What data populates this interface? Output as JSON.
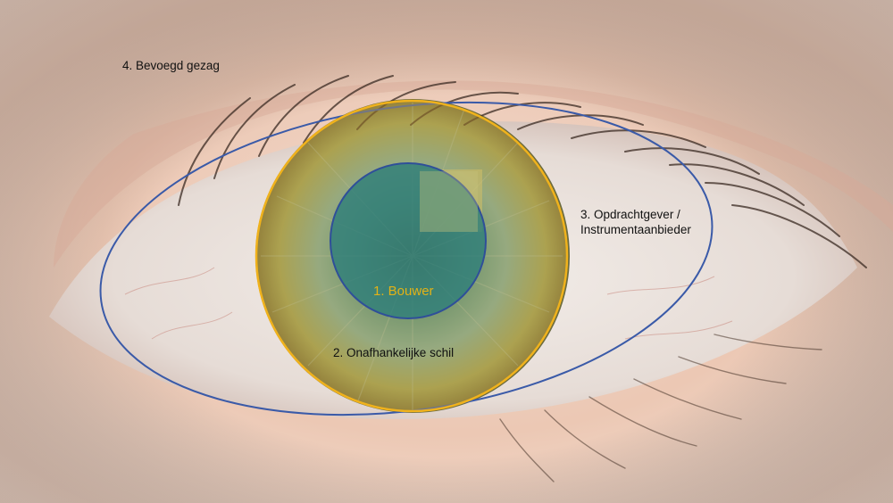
{
  "labels": {
    "bevoegd_gezag": "4. Bevoegd gezag",
    "opdrachtgever_line1": "3. Opdrachtgever /",
    "opdrachtgever_line2": "Instrumentaanbieder",
    "onafhankelijke_schil": "2. Onafhankelijke schil",
    "bouwer": "1. Bouwer"
  },
  "colors": {
    "outer_ellipse": "#3a5aa8",
    "inner_circle_stroke": "#2f4f99",
    "middle_circle_stroke": "#f0b21c",
    "middle_circle_fill": "#e8b23a",
    "inner_circle_fill": "#2f7f7a",
    "bouwer_text": "#e3b216"
  }
}
